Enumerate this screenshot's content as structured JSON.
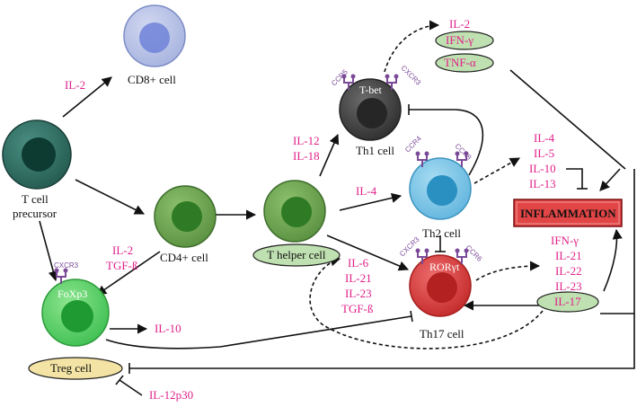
{
  "cells": {
    "cd8": "CD8+ cell",
    "precursor_line1": "T cell",
    "precursor_line2": "precursor",
    "cd4": "CD4+ cell",
    "th": "T helper cell",
    "th1": "Th1 cell",
    "th1_marker": "T-bet",
    "th2": "Th2 cell",
    "th17": "Th17 cell",
    "th17_marker": "RORγt",
    "treg": "Treg cell",
    "treg_marker": "FoXp3"
  },
  "receptors": {
    "th1_left": "CCR5",
    "th1_right": "CXCR3",
    "th2_left": "CCR4",
    "th2_right": "CCR8",
    "th17_left": "CXCR3",
    "th17_right": "CCR6",
    "treg": "CXCR3"
  },
  "cytokines": {
    "to_cd8": "IL-2",
    "to_th1": [
      "IL-12",
      "IL-18"
    ],
    "th1_out": [
      "IL-2",
      "IFN-γ",
      "TNF-α"
    ],
    "to_th2": "IL-4",
    "th2_out": [
      "IL-4",
      "IL-5",
      "IL-10",
      "IL-13"
    ],
    "to_th17": [
      "IL-6",
      "IL-21",
      "IL-23",
      "TGF-ß"
    ],
    "to_treg": [
      "IL-2",
      "TGF-ß"
    ],
    "th17_out": [
      "IFN-γ",
      "IL-21",
      "IL-22",
      "IL-23"
    ],
    "th17_out_highlight": "IL-17",
    "treg_out": "IL-10",
    "treg_inhibitor": "IL-12p30"
  },
  "outcome": "INFLAMMATION",
  "colors": {
    "cytokine": "#e0208a",
    "receptor": "#7a4a98",
    "precursor": "#2f6e62",
    "cd8": "#b3bde3",
    "cd4": "#6aa04f",
    "th1": "#4a4a4a",
    "th2": "#7fc6e6",
    "th17": "#d83a3a",
    "treg": "#58d468",
    "inflammation_fill": "#e24545"
  }
}
